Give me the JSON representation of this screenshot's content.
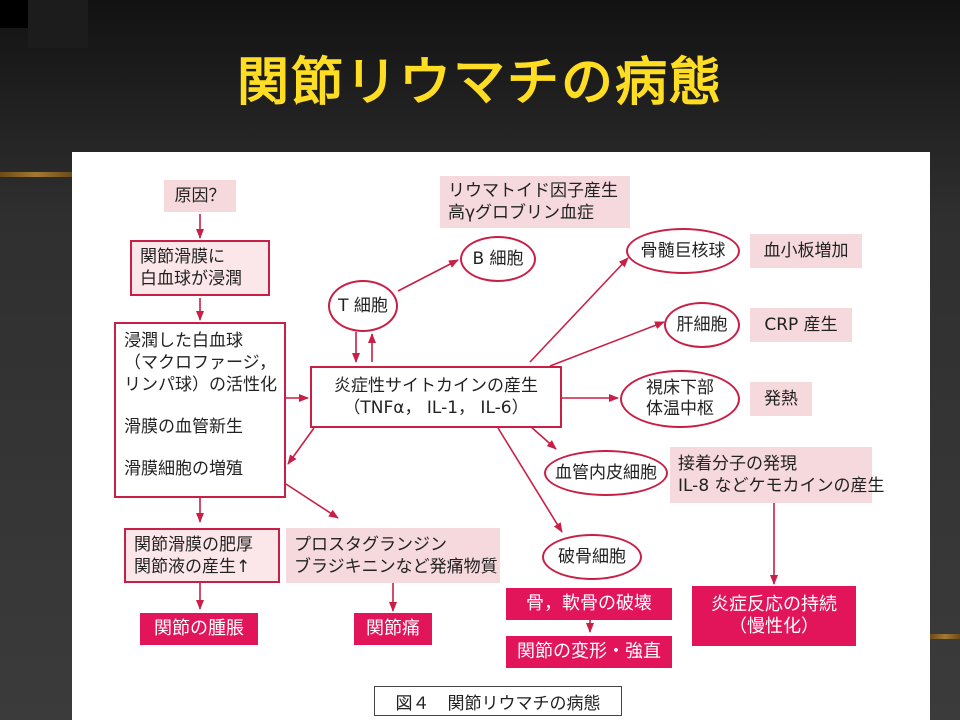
{
  "slide_title": "関節リウマチの病態",
  "diagram": {
    "cause": "原因？",
    "infiltration": [
      "関節滑膜に",
      "白血球が浸潤"
    ],
    "activation": [
      "浸潤した白血球",
      "（マクロファージ，",
      "リンパ球）の活性化"
    ],
    "angiogenesis": "滑膜の血管新生",
    "proliferation": "滑膜細胞の増殖",
    "t_cell": "T 細胞",
    "b_cell": "B 細胞",
    "rf": [
      "リウマトイド因子産生",
      "高γグロブリン血症"
    ],
    "cytokine": [
      "炎症性サイトカインの産生",
      "（TNFα， IL-1， IL-6）"
    ],
    "bone_marrow": "骨髄巨核球",
    "platelet": "血小板増加",
    "liver": "肝細胞",
    "crp": "CRP 産生",
    "hypothalamus": [
      "視床下部",
      "体温中枢"
    ],
    "fever": "発熱",
    "endothelium": "血管内皮細胞",
    "adhesion": [
      "接着分子の発現",
      "IL-8 などケモカインの産生"
    ],
    "osteoclast": "破骨細胞",
    "thickening": [
      "関節滑膜の肥厚",
      "関節液の産生↑"
    ],
    "prostaglandin": [
      "プロスタグランジン",
      "ブラジキニンなど発痛物質"
    ],
    "swelling": "関節の腫脹",
    "pain": "関節痛",
    "bone_destruction": "骨，軟骨の破壊",
    "deformity": "関節の変形・強直",
    "chronic": [
      "炎症反応の持続",
      "（慢性化）"
    ],
    "caption_fig": "図４",
    "caption_title": "関節リウマチの病態"
  },
  "colors": {
    "title": "#ffdd22",
    "accent": "#c81f47",
    "highlight_fill": "#e2155a",
    "label_fill": "#f5d9dd"
  }
}
